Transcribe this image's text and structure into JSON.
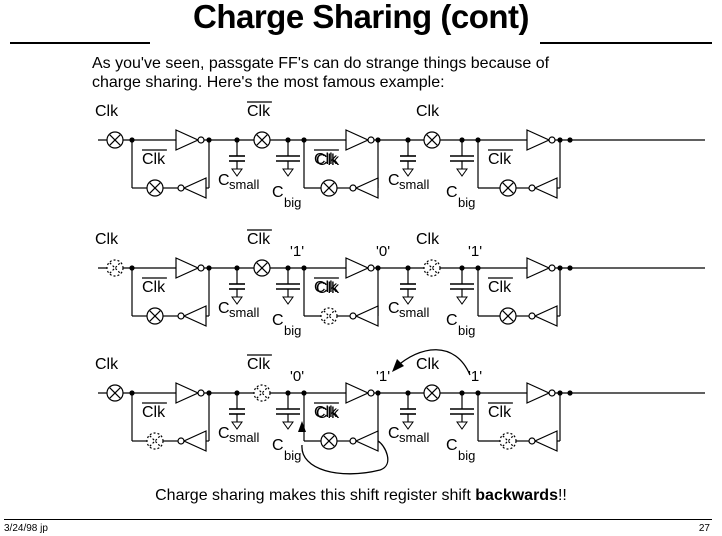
{
  "slide": {
    "title": "Charge Sharing (cont)",
    "intro_line1": "As you've seen, passgate FF's can do strange things because of",
    "intro_line2": "charge sharing.  Here's the most famous example:",
    "caption_before": "Charge sharing makes this shift register shift ",
    "caption_bold": "backwards",
    "caption_after": "!!",
    "footer_left": "3/24/98  jp",
    "footer_right": "27"
  },
  "labels": {
    "clk": "Clk",
    "clk_bar": "Clk",
    "c": "C",
    "small": "small",
    "big": "big"
  },
  "rows": [
    {
      "values": [
        "",
        "",
        ""
      ]
    },
    {
      "values": [
        "'1'",
        "'0'",
        "'1'"
      ]
    },
    {
      "values": [
        "'0'",
        "'1'",
        "'1'"
      ]
    }
  ]
}
